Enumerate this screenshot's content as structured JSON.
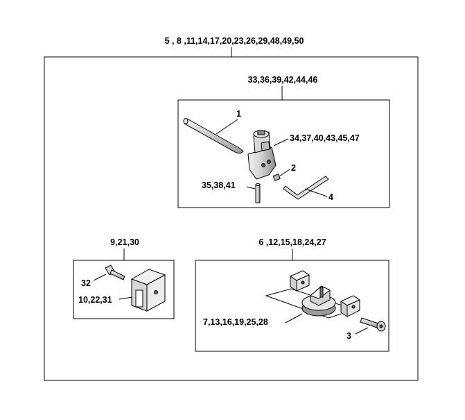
{
  "main_assembly": {
    "label": "5 , 8 ,11,14,17,20,23,26,29,48,49,50"
  },
  "upper_kit": {
    "label": "33,36,39,42,44,46",
    "parts": {
      "rod": "1",
      "set_screw": "2",
      "hex_key": "4",
      "holder": "34,37,40,43,45,47",
      "pin": "35,38,41"
    }
  },
  "left_kit": {
    "label": "9,21,30",
    "parts": {
      "screw": "32",
      "clamp_block": "10,22,31"
    }
  },
  "right_kit": {
    "label": "6 ,12,15,18,24,27",
    "parts": {
      "adapter_set": "7,13,16,19,25,28",
      "cap_screw": "3"
    }
  }
}
